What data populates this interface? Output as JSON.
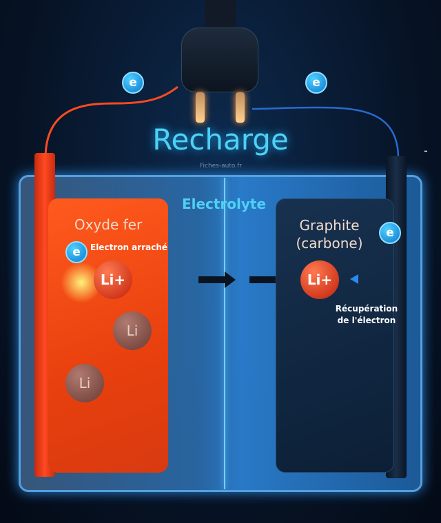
{
  "title": "Recharge",
  "watermark": "Fiches-auto.fr",
  "electrolyte_label": "Electrolyte",
  "cathode": {
    "label": "Oxyde fer",
    "electron_note": "Electron arraché",
    "ions": [
      "Li+",
      "Li",
      "Li"
    ]
  },
  "anode": {
    "label_line1": "Graphite",
    "label_line2": "(carbone)",
    "ion": "Li+",
    "note_line1": "Récupération",
    "note_line2": "de l'électron"
  },
  "electron_symbol": "e",
  "side_mark": "-"
}
